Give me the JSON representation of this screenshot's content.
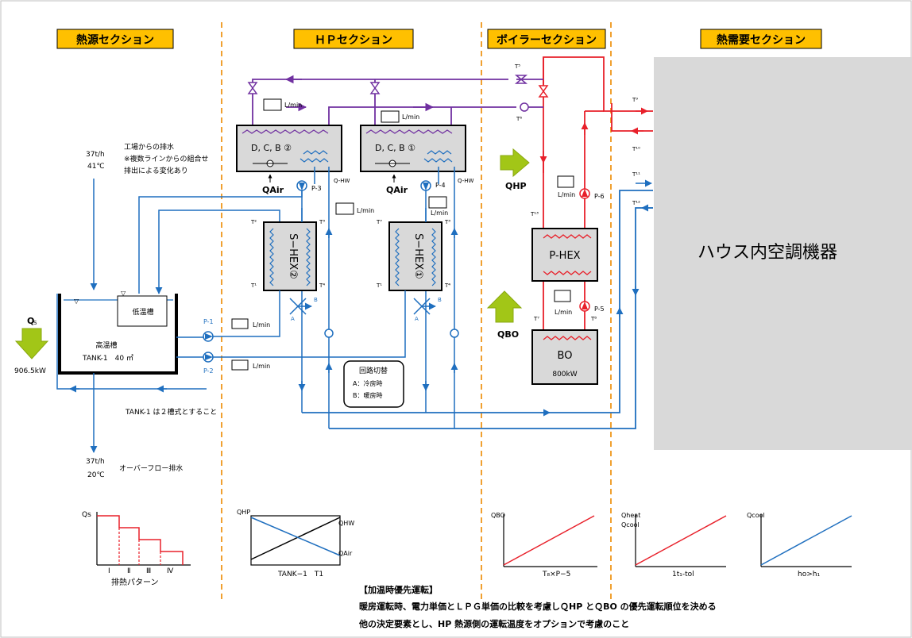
{
  "headers": {
    "heat_source": "熱源セクション",
    "hp": "ＨＰセクション",
    "boiler": "ボイラーセクション",
    "heat_demand": "熱需要セクション"
  },
  "colors": {
    "header_fill": "#ffc000",
    "divider": "#f0a030",
    "pipe_blue": "#1f6fbf",
    "pipe_red": "#e8202a",
    "pipe_purple": "#7030a0",
    "arrow_green": "#a2c617",
    "house_fill": "#d9d9d9"
  },
  "heat_source": {
    "factory_exhaust_1": "工場からの排水",
    "factory_exhaust_2": "※複数ラインからの組合せ",
    "factory_exhaust_3": "排出による変化あり",
    "inflow_rate": "37t/h",
    "inflow_temp": "41℃",
    "low_tank": "低温槽",
    "high_tank": "高温槽",
    "tank_spec": "TANK-1　40 ㎥",
    "qs_label": "Q",
    "qs_sub": "S",
    "qs_value": "906.5kW",
    "tank_note": "TANK-1 は２槽式とすること",
    "overflow_rate": "37t/h",
    "overflow_temp": "20℃",
    "overflow_label": "オーバーフロー排水",
    "p1": "P-1",
    "p2": "P-2",
    "lmin": "L/min"
  },
  "hp": {
    "dcb2": "D, C, B ②",
    "dcb1": "D, C, B ①",
    "qair": "QAir",
    "qhw": "Q-HW",
    "p3": "P-3",
    "p4": "P-4",
    "shex2": "S−HEX②",
    "shex1": "S−HEX①",
    "t2": "T²",
    "t3": "T³",
    "t1": "T¹",
    "t4": "T⁴",
    "t7": "T⁷",
    "valve_a": "A",
    "valve_b": "B",
    "switch_title": "回路切替",
    "switch_a": "A：冷房時",
    "switch_b": "B：暖房時",
    "lmin": "L/min"
  },
  "boiler": {
    "t5": "T⁵",
    "t6": "T⁶",
    "qhp": "QHP",
    "qbo": "QBO",
    "phex": "P-HEX",
    "bo": "BO",
    "bo_power": "800kW",
    "p5": "P-5",
    "p6": "P-6",
    "t13": "T¹³",
    "t7": "T⁷",
    "t8": "T⁸",
    "lmin": "L/min"
  },
  "demand": {
    "house_label": "ハウス内空調機器",
    "t9": "T⁹",
    "t10": "T¹⁰",
    "t11": "T¹¹",
    "t12": "T¹²"
  },
  "graphs": {
    "g1": {
      "ylabel": "Qs",
      "xlabel": "排熱パターン",
      "ticks": [
        "Ⅰ",
        "Ⅱ",
        "Ⅲ",
        "Ⅳ"
      ]
    },
    "g2": {
      "ylabel": "QHP",
      "xlabel": "TANK−1　T1",
      "line1": "QHW",
      "line2": "QAir"
    },
    "g3": {
      "ylabel": "QBO",
      "xlabel": "T₈×P−5"
    },
    "g4": {
      "ylabel1": "Qheat",
      "ylabel2": "Qcool",
      "xlabel": "1t₁-tol"
    },
    "g5": {
      "ylabel": "Qcool",
      "xlabel": "ho>h₁"
    }
  },
  "notes": {
    "title": "【加温時優先運転】",
    "line1": "暖房運転時、電力単価とＬＰＧ単価の比較を考慮しＱHP とＱBO の優先運転順位を決める",
    "line2": "他の決定要素とし、HP 熱源側の運転温度をオプションで考慮のこと"
  }
}
